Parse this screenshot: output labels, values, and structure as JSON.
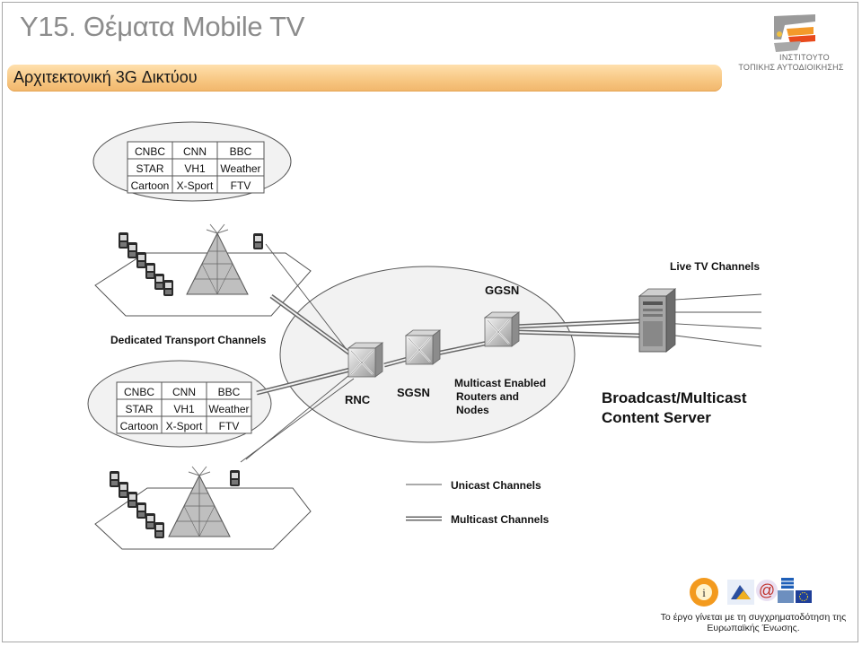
{
  "slide": {
    "title": "Υ15. Θέματα Mobile TV",
    "subtitle": "Αρχιτεκτονική 3G Δικτύου"
  },
  "logo": {
    "line1": "ΙΝΣΤΙΤΟΥΤΟ",
    "line2": "ΤΟΠΙΚΗΣ ΑΥΤΟΔΙΟΙΚΗΣΗΣ"
  },
  "diagram": {
    "channel_grid_top": [
      [
        "CNBC",
        "CNN",
        "BBC"
      ],
      [
        "STAR",
        "VH1",
        "Weather"
      ],
      [
        "Cartoon",
        "X-Sport",
        "FTV"
      ]
    ],
    "channel_grid_bottom": [
      [
        "CNBC",
        "CNN",
        "BBC"
      ],
      [
        "STAR",
        "VH1",
        "Weather"
      ],
      [
        "Cartoon",
        "X-Sport",
        "FTV"
      ]
    ],
    "labels": {
      "dedicated": "Dedicated Transport Channels",
      "ggsn": "GGSN",
      "rnc": "RNC",
      "sgsn": "SGSN",
      "multicast_nodes_1": "Multicast Enabled",
      "multicast_nodes_2": "Routers and",
      "multicast_nodes_3": "Nodes",
      "live_tv": "Live TV Channels",
      "server_1": "Broadcast/Multicast",
      "server_2": "Content Server",
      "legend_unicast": "Unicast Channels",
      "legend_multicast": "Multicast Channels"
    }
  },
  "footer": {
    "line1": "Το έργο γίνεται με τη συγχρηματοδότηση της",
    "line2": "Ευρωπαϊκής Ένωσης."
  },
  "colors": {
    "subbar": "#f5c27a",
    "title": "#8c8c8c"
  }
}
